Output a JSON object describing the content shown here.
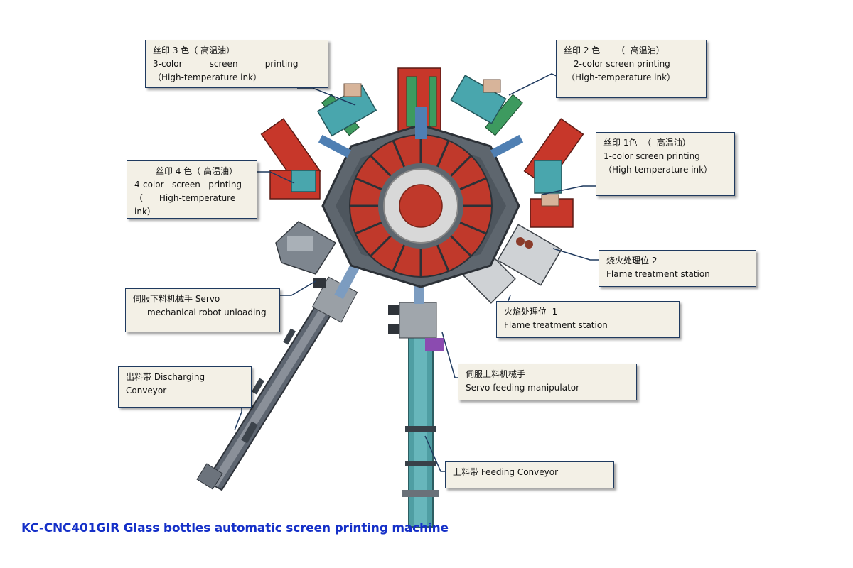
{
  "title": "KC-CNC401GIR Glass bottles automatic screen printing machine",
  "colors": {
    "frame": "#5b6470",
    "station_red": "#c0321f",
    "green": "#3b8d5a",
    "teal": "#47a3a8",
    "callout_bg": "#f3f0e6",
    "callout_border": "#1f3a5f",
    "title": "#1530c8"
  },
  "callouts": {
    "color3": {
      "cn": "丝印 3 色（  高温油）",
      "en1": "3-color          screen          printing",
      "en2": "（High-temperature ink）"
    },
    "color2": {
      "cn": "丝印 2 色      （  高温油）",
      "en1": "2-color screen printing",
      "en2": "（High-temperature ink）"
    },
    "color1": {
      "cn": "丝印 1色  （  高温油）",
      "en1": "1-color screen printing",
      "en2": "（High-temperature ink）"
    },
    "color4": {
      "cn": "丝印 4 色（  高温油）",
      "en1": "4-color   screen   printing",
      "en2": "（      High-temperature",
      "en3": "ink）"
    },
    "flame2": {
      "cn": "烧火处理位 2",
      "en": "Flame treatment station"
    },
    "flame1": {
      "cn": "火焰处理位  1",
      "en": "Flame treatment station"
    },
    "robot_unload": {
      "line1": "伺服下料机械手 Servo",
      "line2": "mechanical robot unloading"
    },
    "discharge": {
      "line1": "出料带 Discharging",
      "line2": "Conveyor"
    },
    "feed_manip": {
      "cn": "伺服上料机械手",
      "en": "Servo feeding manipulator"
    },
    "feed_conveyor": {
      "text": "上料带 Feeding Conveyor"
    }
  }
}
